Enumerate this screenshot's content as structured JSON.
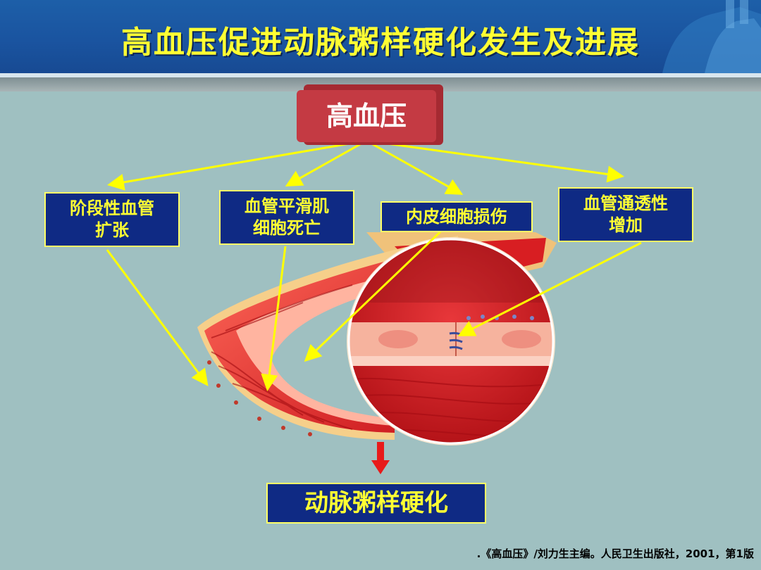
{
  "title": "高血压促进动脉粥样硬化发生及进展",
  "top_node": "高血压",
  "causes": [
    "阶段性血管\n扩张",
    "血管平滑肌\n细胞死亡",
    "内皮细胞损伤",
    "血管通透性\n增加"
  ],
  "result": "动脉粥样硬化",
  "citation": ".《高血压》/刘力生主编。人民卫生出版社，2001，第1版",
  "colors": {
    "box_fill": "#0f2a84",
    "box_text": "#ffff33",
    "arrow": "#ffff00",
    "down_arrow": "#e81a1a",
    "top_box": "#c43a43"
  }
}
